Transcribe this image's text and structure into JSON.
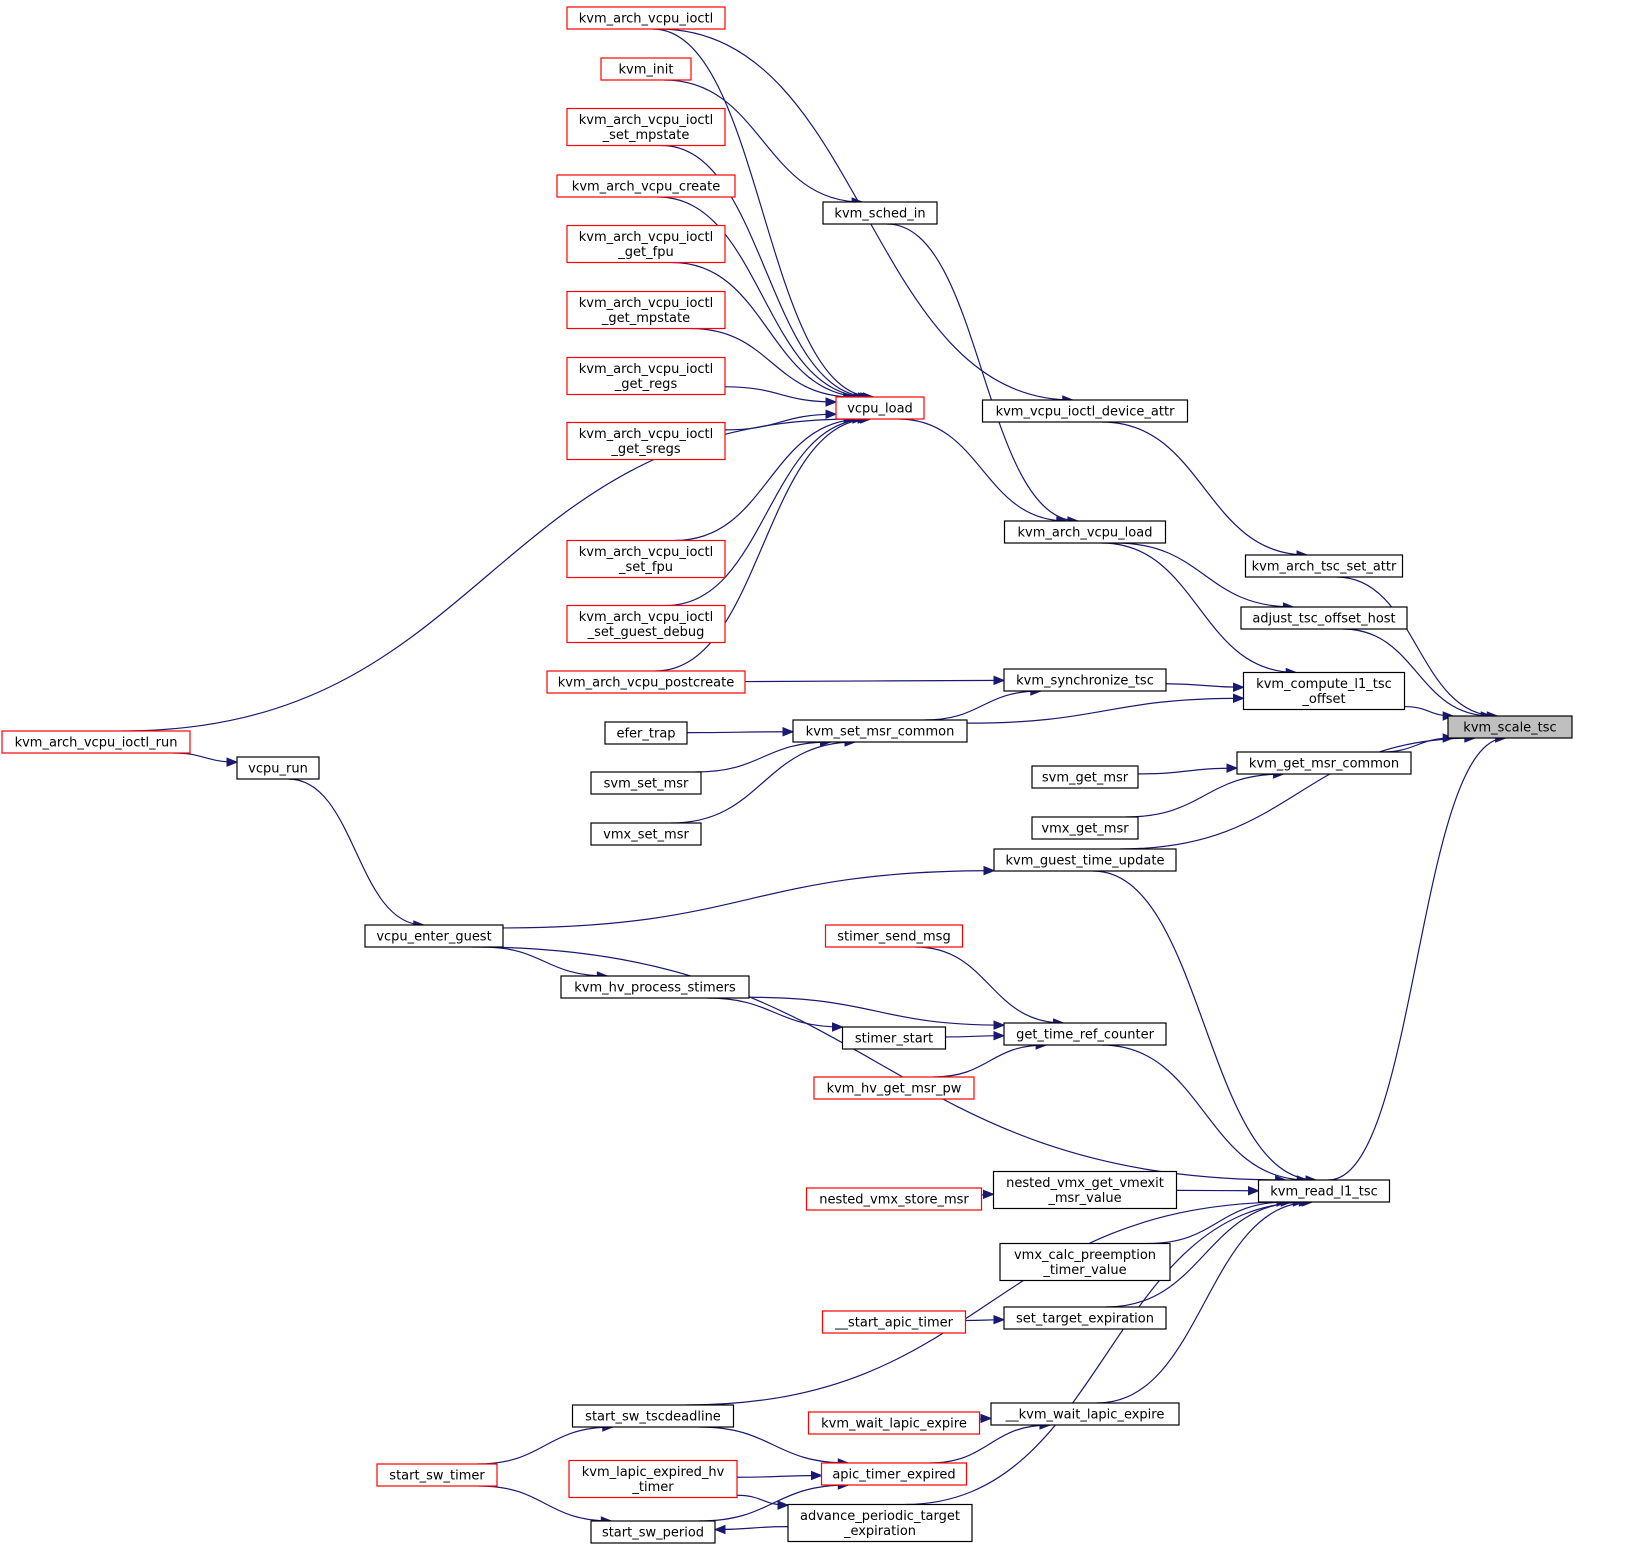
{
  "diagram": {
    "root": "kvm_scale_tsc",
    "colors": {
      "edge": "#191970",
      "border_normal": "#000000",
      "border_truncated": "#ff0000",
      "root_fill": "#bfbfbf"
    },
    "nodes": [
      {
        "id": "kvm_scale_tsc",
        "lines": [
          "kvm_scale_tsc"
        ],
        "style": "root"
      },
      {
        "id": "kvm_arch_tsc_set_attr",
        "lines": [
          "kvm_arch_tsc_set_attr"
        ],
        "style": "black"
      },
      {
        "id": "adjust_tsc_offset_host",
        "lines": [
          "adjust_tsc_offset_host"
        ],
        "style": "black"
      },
      {
        "id": "kvm_compute_l1_tsc_offset",
        "lines": [
          "kvm_compute_l1_tsc",
          "_offset"
        ],
        "style": "black"
      },
      {
        "id": "kvm_get_msr_common",
        "lines": [
          "kvm_get_msr_common"
        ],
        "style": "black"
      },
      {
        "id": "kvm_guest_time_update",
        "lines": [
          "kvm_guest_time_update"
        ],
        "style": "black"
      },
      {
        "id": "kvm_read_l1_tsc",
        "lines": [
          "kvm_read_l1_tsc"
        ],
        "style": "black"
      },
      {
        "id": "kvm_vcpu_ioctl_device_attr",
        "lines": [
          "kvm_vcpu_ioctl_device_attr"
        ],
        "style": "black"
      },
      {
        "id": "kvm_arch_vcpu_load",
        "lines": [
          "kvm_arch_vcpu_load"
        ],
        "style": "black"
      },
      {
        "id": "kvm_synchronize_tsc",
        "lines": [
          "kvm_synchronize_tsc"
        ],
        "style": "black"
      },
      {
        "id": "kvm_set_msr_common",
        "lines": [
          "kvm_set_msr_common"
        ],
        "style": "black"
      },
      {
        "id": "svm_get_msr",
        "lines": [
          "svm_get_msr"
        ],
        "style": "black"
      },
      {
        "id": "vmx_get_msr",
        "lines": [
          "vmx_get_msr"
        ],
        "style": "black"
      },
      {
        "id": "get_time_ref_counter",
        "lines": [
          "get_time_ref_counter"
        ],
        "style": "black"
      },
      {
        "id": "nested_vmx_get_vmexit_msr_value",
        "lines": [
          "nested_vmx_get_vmexit",
          "_msr_value"
        ],
        "style": "black"
      },
      {
        "id": "vmx_calc_preemption_timer_value",
        "lines": [
          "vmx_calc_preemption",
          "_timer_value"
        ],
        "style": "black"
      },
      {
        "id": "set_target_expiration",
        "lines": [
          "set_target_expiration"
        ],
        "style": "black"
      },
      {
        "id": "__kvm_wait_lapic_expire",
        "lines": [
          "__kvm_wait_lapic_expire"
        ],
        "style": "black"
      },
      {
        "id": "advance_periodic_target_expiration",
        "lines": [
          "advance_periodic_target",
          "_expiration"
        ],
        "style": "black"
      },
      {
        "id": "kvm_arch_vcpu_ioctl",
        "lines": [
          "kvm_arch_vcpu_ioctl"
        ],
        "style": "red"
      },
      {
        "id": "kvm_init",
        "lines": [
          "kvm_init"
        ],
        "style": "red"
      },
      {
        "id": "kvm_sched_in",
        "lines": [
          "kvm_sched_in"
        ],
        "style": "black"
      },
      {
        "id": "vcpu_load",
        "lines": [
          "vcpu_load"
        ],
        "style": "red"
      },
      {
        "id": "kvm_arch_vcpu_ioctl_set_mpstate",
        "lines": [
          "kvm_arch_vcpu_ioctl",
          "_set_mpstate"
        ],
        "style": "red"
      },
      {
        "id": "kvm_arch_vcpu_create",
        "lines": [
          "kvm_arch_vcpu_create"
        ],
        "style": "red"
      },
      {
        "id": "kvm_arch_vcpu_ioctl_get_fpu",
        "lines": [
          "kvm_arch_vcpu_ioctl",
          "_get_fpu"
        ],
        "style": "red"
      },
      {
        "id": "kvm_arch_vcpu_ioctl_get_mpstate",
        "lines": [
          "kvm_arch_vcpu_ioctl",
          "_get_mpstate"
        ],
        "style": "red"
      },
      {
        "id": "kvm_arch_vcpu_ioctl_get_regs",
        "lines": [
          "kvm_arch_vcpu_ioctl",
          "_get_regs"
        ],
        "style": "red"
      },
      {
        "id": "kvm_arch_vcpu_ioctl_get_sregs",
        "lines": [
          "kvm_arch_vcpu_ioctl",
          "_get_sregs"
        ],
        "style": "red"
      },
      {
        "id": "kvm_arch_vcpu_ioctl_set_fpu",
        "lines": [
          "kvm_arch_vcpu_ioctl",
          "_set_fpu"
        ],
        "style": "red"
      },
      {
        "id": "kvm_arch_vcpu_ioctl_set_guest_debug",
        "lines": [
          "kvm_arch_vcpu_ioctl",
          "_set_guest_debug"
        ],
        "style": "red"
      },
      {
        "id": "kvm_arch_vcpu_postcreate",
        "lines": [
          "kvm_arch_vcpu_postcreate"
        ],
        "style": "red"
      },
      {
        "id": "kvm_arch_vcpu_ioctl_run",
        "lines": [
          "kvm_arch_vcpu_ioctl_run"
        ],
        "style": "red"
      },
      {
        "id": "vcpu_run",
        "lines": [
          "vcpu_run"
        ],
        "style": "black"
      },
      {
        "id": "vcpu_enter_guest",
        "lines": [
          "vcpu_enter_guest"
        ],
        "style": "black"
      },
      {
        "id": "efer_trap",
        "lines": [
          "efer_trap"
        ],
        "style": "black"
      },
      {
        "id": "svm_set_msr",
        "lines": [
          "svm_set_msr"
        ],
        "style": "black"
      },
      {
        "id": "vmx_set_msr",
        "lines": [
          "vmx_set_msr"
        ],
        "style": "black"
      },
      {
        "id": "stimer_send_msg",
        "lines": [
          "stimer_send_msg"
        ],
        "style": "red"
      },
      {
        "id": "kvm_hv_process_stimers",
        "lines": [
          "kvm_hv_process_stimers"
        ],
        "style": "black"
      },
      {
        "id": "stimer_start",
        "lines": [
          "stimer_start"
        ],
        "style": "black"
      },
      {
        "id": "kvm_hv_get_msr_pw",
        "lines": [
          "kvm_hv_get_msr_pw"
        ],
        "style": "red"
      },
      {
        "id": "nested_vmx_store_msr",
        "lines": [
          "nested_vmx_store_msr"
        ],
        "style": "red"
      },
      {
        "id": "__start_apic_timer",
        "lines": [
          "__start_apic_timer"
        ],
        "style": "red"
      },
      {
        "id": "start_sw_tscdeadline",
        "lines": [
          "start_sw_tscdeadline"
        ],
        "style": "black"
      },
      {
        "id": "kvm_wait_lapic_expire",
        "lines": [
          "kvm_wait_lapic_expire"
        ],
        "style": "red"
      },
      {
        "id": "apic_timer_expired",
        "lines": [
          "apic_timer_expired"
        ],
        "style": "red"
      },
      {
        "id": "kvm_lapic_expired_hv_timer",
        "lines": [
          "kvm_lapic_expired_hv",
          "_timer"
        ],
        "style": "red"
      },
      {
        "id": "start_sw_timer",
        "lines": [
          "start_sw_timer"
        ],
        "style": "red"
      },
      {
        "id": "start_sw_period",
        "lines": [
          "start_sw_period"
        ],
        "style": "black"
      }
    ],
    "edges": [
      [
        "kvm_arch_tsc_set_attr",
        "kvm_scale_tsc"
      ],
      [
        "adjust_tsc_offset_host",
        "kvm_scale_tsc"
      ],
      [
        "kvm_compute_l1_tsc_offset",
        "kvm_scale_tsc"
      ],
      [
        "kvm_get_msr_common",
        "kvm_scale_tsc"
      ],
      [
        "kvm_guest_time_update",
        "kvm_scale_tsc"
      ],
      [
        "kvm_read_l1_tsc",
        "kvm_scale_tsc"
      ],
      [
        "kvm_vcpu_ioctl_device_attr",
        "kvm_arch_tsc_set_attr"
      ],
      [
        "kvm_arch_vcpu_ioctl",
        "kvm_vcpu_ioctl_device_attr"
      ],
      [
        "kvm_arch_vcpu_load",
        "adjust_tsc_offset_host"
      ],
      [
        "kvm_arch_vcpu_load",
        "kvm_compute_l1_tsc_offset"
      ],
      [
        "kvm_synchronize_tsc",
        "kvm_compute_l1_tsc_offset"
      ],
      [
        "kvm_set_msr_common",
        "kvm_compute_l1_tsc_offset"
      ],
      [
        "kvm_sched_in",
        "kvm_arch_vcpu_load"
      ],
      [
        "vcpu_load",
        "kvm_arch_vcpu_load"
      ],
      [
        "kvm_init",
        "kvm_sched_in"
      ],
      [
        "kvm_arch_vcpu_ioctl",
        "vcpu_load"
      ],
      [
        "kvm_arch_vcpu_ioctl_set_mpstate",
        "vcpu_load"
      ],
      [
        "kvm_arch_vcpu_create",
        "vcpu_load"
      ],
      [
        "kvm_arch_vcpu_ioctl_get_fpu",
        "vcpu_load"
      ],
      [
        "kvm_arch_vcpu_ioctl_get_mpstate",
        "vcpu_load"
      ],
      [
        "kvm_arch_vcpu_ioctl_get_regs",
        "vcpu_load"
      ],
      [
        "kvm_arch_vcpu_ioctl_get_sregs",
        "vcpu_load"
      ],
      [
        "kvm_arch_vcpu_ioctl_run",
        "vcpu_load"
      ],
      [
        "kvm_arch_vcpu_ioctl_set_fpu",
        "vcpu_load"
      ],
      [
        "kvm_arch_vcpu_ioctl_set_guest_debug",
        "vcpu_load"
      ],
      [
        "kvm_arch_vcpu_postcreate",
        "vcpu_load"
      ],
      [
        "kvm_arch_vcpu_postcreate",
        "kvm_synchronize_tsc"
      ],
      [
        "kvm_set_msr_common",
        "kvm_synchronize_tsc"
      ],
      [
        "efer_trap",
        "kvm_set_msr_common"
      ],
      [
        "svm_set_msr",
        "kvm_set_msr_common"
      ],
      [
        "vmx_set_msr",
        "kvm_set_msr_common"
      ],
      [
        "svm_get_msr",
        "kvm_get_msr_common"
      ],
      [
        "vmx_get_msr",
        "kvm_get_msr_common"
      ],
      [
        "kvm_arch_vcpu_ioctl_run",
        "vcpu_run"
      ],
      [
        "vcpu_run",
        "vcpu_enter_guest"
      ],
      [
        "vcpu_enter_guest",
        "kvm_guest_time_update"
      ],
      [
        "vcpu_enter_guest",
        "kvm_hv_process_stimers"
      ],
      [
        "vcpu_enter_guest",
        "kvm_read_l1_tsc"
      ],
      [
        "kvm_guest_time_update",
        "kvm_read_l1_tsc"
      ],
      [
        "stimer_send_msg",
        "get_time_ref_counter"
      ],
      [
        "kvm_hv_process_stimers",
        "get_time_ref_counter"
      ],
      [
        "kvm_hv_process_stimers",
        "stimer_start"
      ],
      [
        "stimer_start",
        "get_time_ref_counter"
      ],
      [
        "kvm_hv_get_msr_pw",
        "get_time_ref_counter"
      ],
      [
        "get_time_ref_counter",
        "kvm_read_l1_tsc"
      ],
      [
        "nested_vmx_store_msr",
        "nested_vmx_get_vmexit_msr_value"
      ],
      [
        "nested_vmx_get_vmexit_msr_value",
        "kvm_read_l1_tsc"
      ],
      [
        "vmx_calc_preemption_timer_value",
        "kvm_read_l1_tsc"
      ],
      [
        "__start_apic_timer",
        "set_target_expiration"
      ],
      [
        "set_target_expiration",
        "kvm_read_l1_tsc"
      ],
      [
        "start_sw_tscdeadline",
        "kvm_read_l1_tsc"
      ],
      [
        "__kvm_wait_lapic_expire",
        "kvm_read_l1_tsc"
      ],
      [
        "advance_periodic_target_expiration",
        "kvm_read_l1_tsc"
      ],
      [
        "kvm_wait_lapic_expire",
        "__kvm_wait_lapic_expire"
      ],
      [
        "apic_timer_expired",
        "__kvm_wait_lapic_expire"
      ],
      [
        "start_sw_tscdeadline",
        "apic_timer_expired"
      ],
      [
        "kvm_lapic_expired_hv_timer",
        "apic_timer_expired"
      ],
      [
        "start_sw_period",
        "apic_timer_expired"
      ],
      [
        "start_sw_timer",
        "start_sw_tscdeadline"
      ],
      [
        "start_sw_timer",
        "start_sw_period"
      ],
      [
        "kvm_lapic_expired_hv_timer",
        "advance_periodic_target_expiration"
      ],
      [
        "advance_periodic_target_expiration",
        "start_sw_period"
      ]
    ]
  }
}
